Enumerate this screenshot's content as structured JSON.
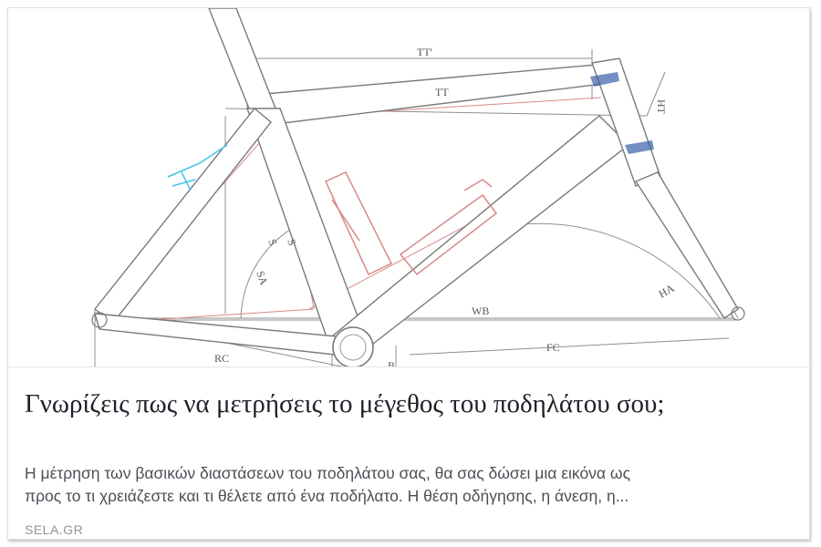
{
  "link_card": {
    "image": {
      "diagram_labels": {
        "top_tube_eff": "TT'",
        "top_tube": "TT",
        "head_tube": "HT",
        "head_angle": "HA",
        "seat_angle": "SA",
        "seat_tube": "S",
        "seat_tube_2": "S",
        "wheelbase": "WB",
        "chainstay": "RC",
        "front_center": "FC",
        "bb_drop": "B"
      }
    },
    "title": "Γνωρίζεις πως να μετρήσεις το μέγεθος του ποδηλάτου σου;",
    "description_line_1": "Η μέτρηση των βασικών διαστάσεων του ποδηλάτου σας, θα σας δώσει μια εικόνα ως",
    "description_line_2": "προς το τι χρειάζεστε και τι θέλετε από ένα ποδήλατο. Η θέση οδήγησης, η άνεση, η...",
    "domain": "SELA.GR"
  }
}
